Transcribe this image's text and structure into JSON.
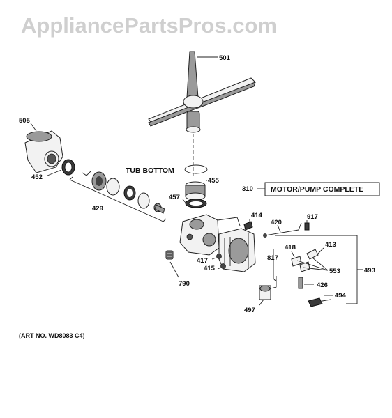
{
  "watermark": "AppliancePartsPros.com",
  "callouts": {
    "c501": "501",
    "c505": "505",
    "c452": "452",
    "c429": "429",
    "c455": "455",
    "c457": "457",
    "c310": "310",
    "c414": "414",
    "c420": "420",
    "c917": "917",
    "c413": "413",
    "c418": "418",
    "c553": "553",
    "c493": "493",
    "c417": "417",
    "c415": "415",
    "c817": "817",
    "c426": "426",
    "c494": "494",
    "c790": "790",
    "c497": "497"
  },
  "tub_bottom_label": "TUB BOTTOM",
  "motor_pump_label": "MOTOR/PUMP COMPLETE",
  "art_number": "(ART NO. WD8083 C4)"
}
